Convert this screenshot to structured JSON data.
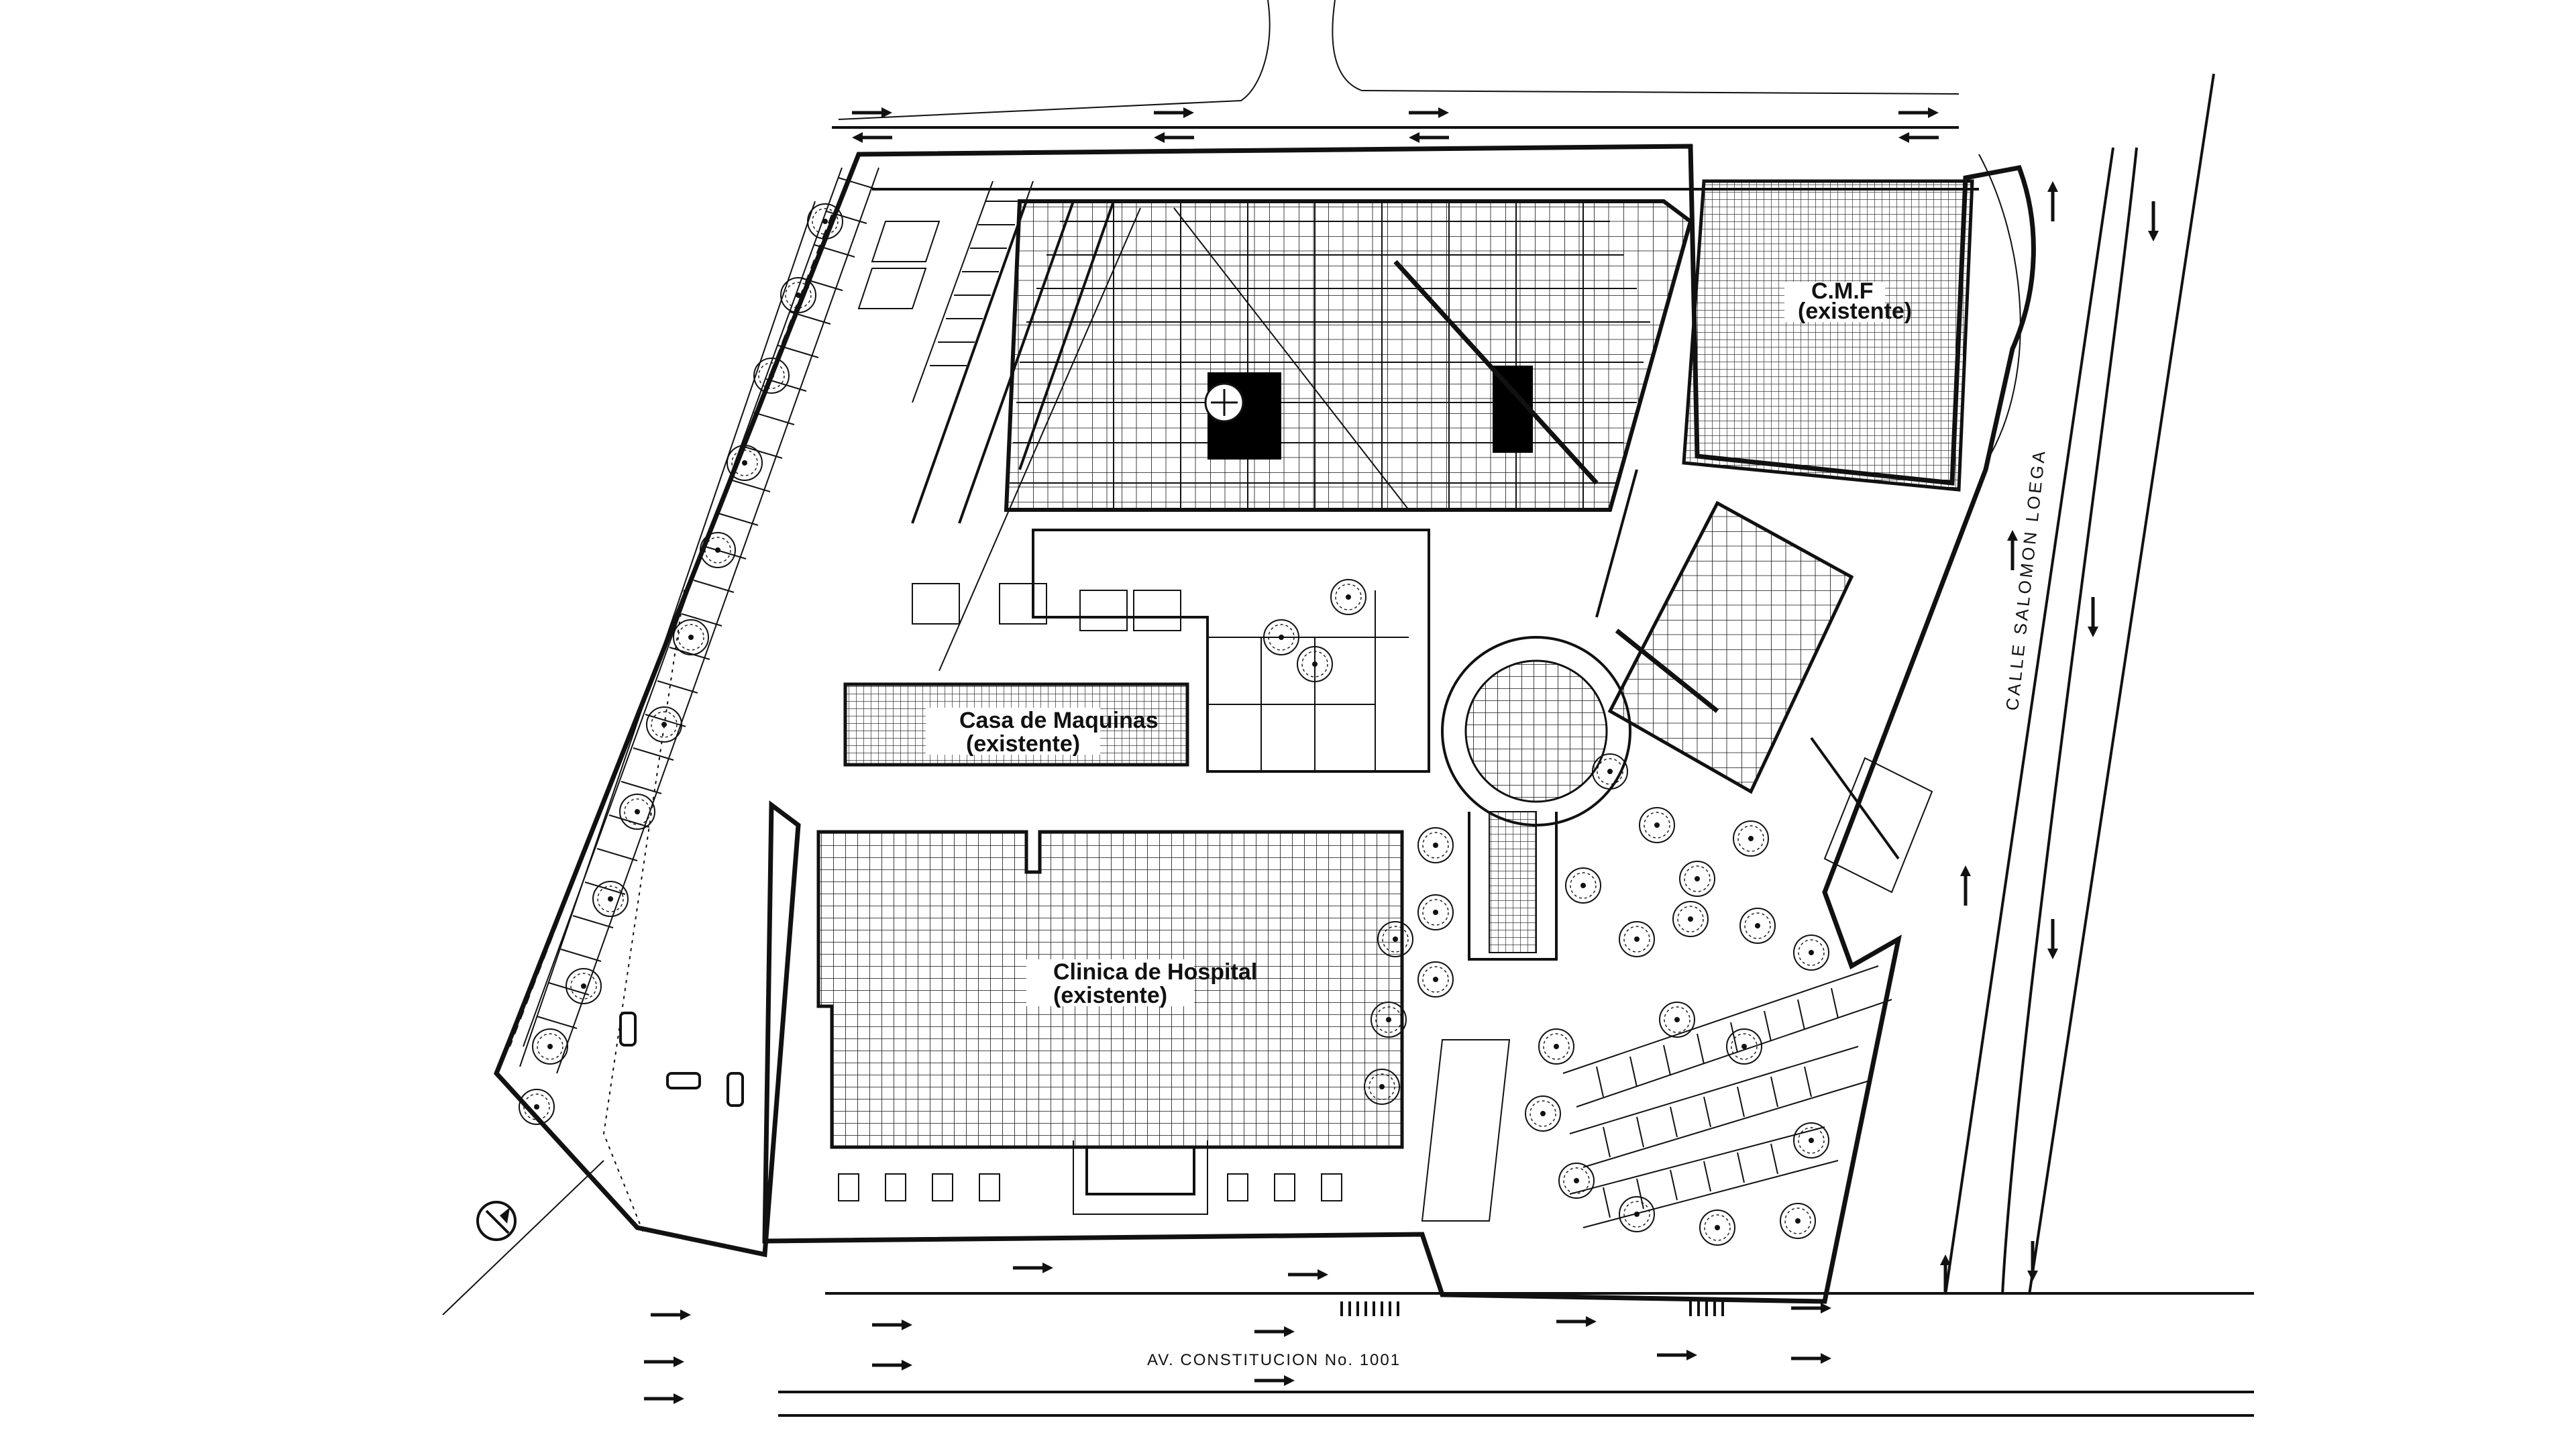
{
  "plan": {
    "buildings": {
      "machines": {
        "name": "Casa de Maquinas",
        "status": "(existente)"
      },
      "clinic": {
        "name": "Clinica de Hospital",
        "status": "(existente)"
      },
      "cmf": {
        "name": "C.M.F",
        "status": "(existente)"
      }
    },
    "streets": {
      "avenue": "AV. CONSTITUCION No. 1001",
      "side": "CALLE SALOMON LOEGA"
    },
    "colors": {
      "ink": "#111111",
      "paper": "#ffffff",
      "fill": "#000000"
    },
    "icons": [
      "north-arrow-icon",
      "traffic-arrow-icon",
      "tree-icon",
      "car-icon"
    ]
  }
}
